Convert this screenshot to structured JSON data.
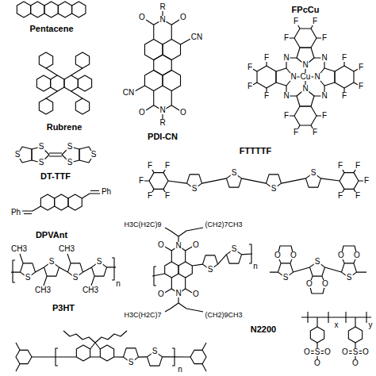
{
  "diagram": {
    "labels": [
      "Pentacene",
      "R",
      "O",
      "N",
      "O",
      "CN",
      "CN",
      "O",
      "N",
      "O",
      "R",
      "PDI-CN",
      "F",
      "F",
      "F",
      "F",
      "N",
      "N",
      "F",
      "F",
      "F",
      "F",
      "N",
      "N",
      "F",
      "F",
      "F",
      "F",
      "N",
      "N",
      "F",
      "F",
      "F",
      "F",
      "N",
      "N",
      "Cu",
      "FPcCu",
      "Rubrene",
      "S",
      "S",
      "S",
      "S",
      "S",
      "S",
      "DT-TTF",
      "F",
      "F",
      "F",
      "F",
      "F",
      "S",
      "S",
      "S",
      "S",
      "F",
      "F",
      "F",
      "F",
      "F",
      "FTTTTF",
      "Ph",
      "Ph",
      "DPVAnt",
      "CH3",
      "CH3",
      "CH3",
      "CH3",
      "S",
      "S",
      "S",
      "S",
      "n",
      "P3HT",
      "H3C(H2C)9",
      "(CH2)7CH3",
      "O",
      "N",
      "O",
      "S",
      "S",
      "n",
      "O",
      "N",
      "O",
      "H3C(H2C)7",
      "(CH2)9CH3",
      "N2200",
      "O",
      "O",
      "O",
      "O",
      "O",
      "O",
      "S",
      "S",
      "S",
      "S",
      "O",
      "O",
      "O",
      "x",
      "S",
      "O",
      "O",
      "O",
      "y",
      "S",
      "S",
      "n"
    ]
  }
}
